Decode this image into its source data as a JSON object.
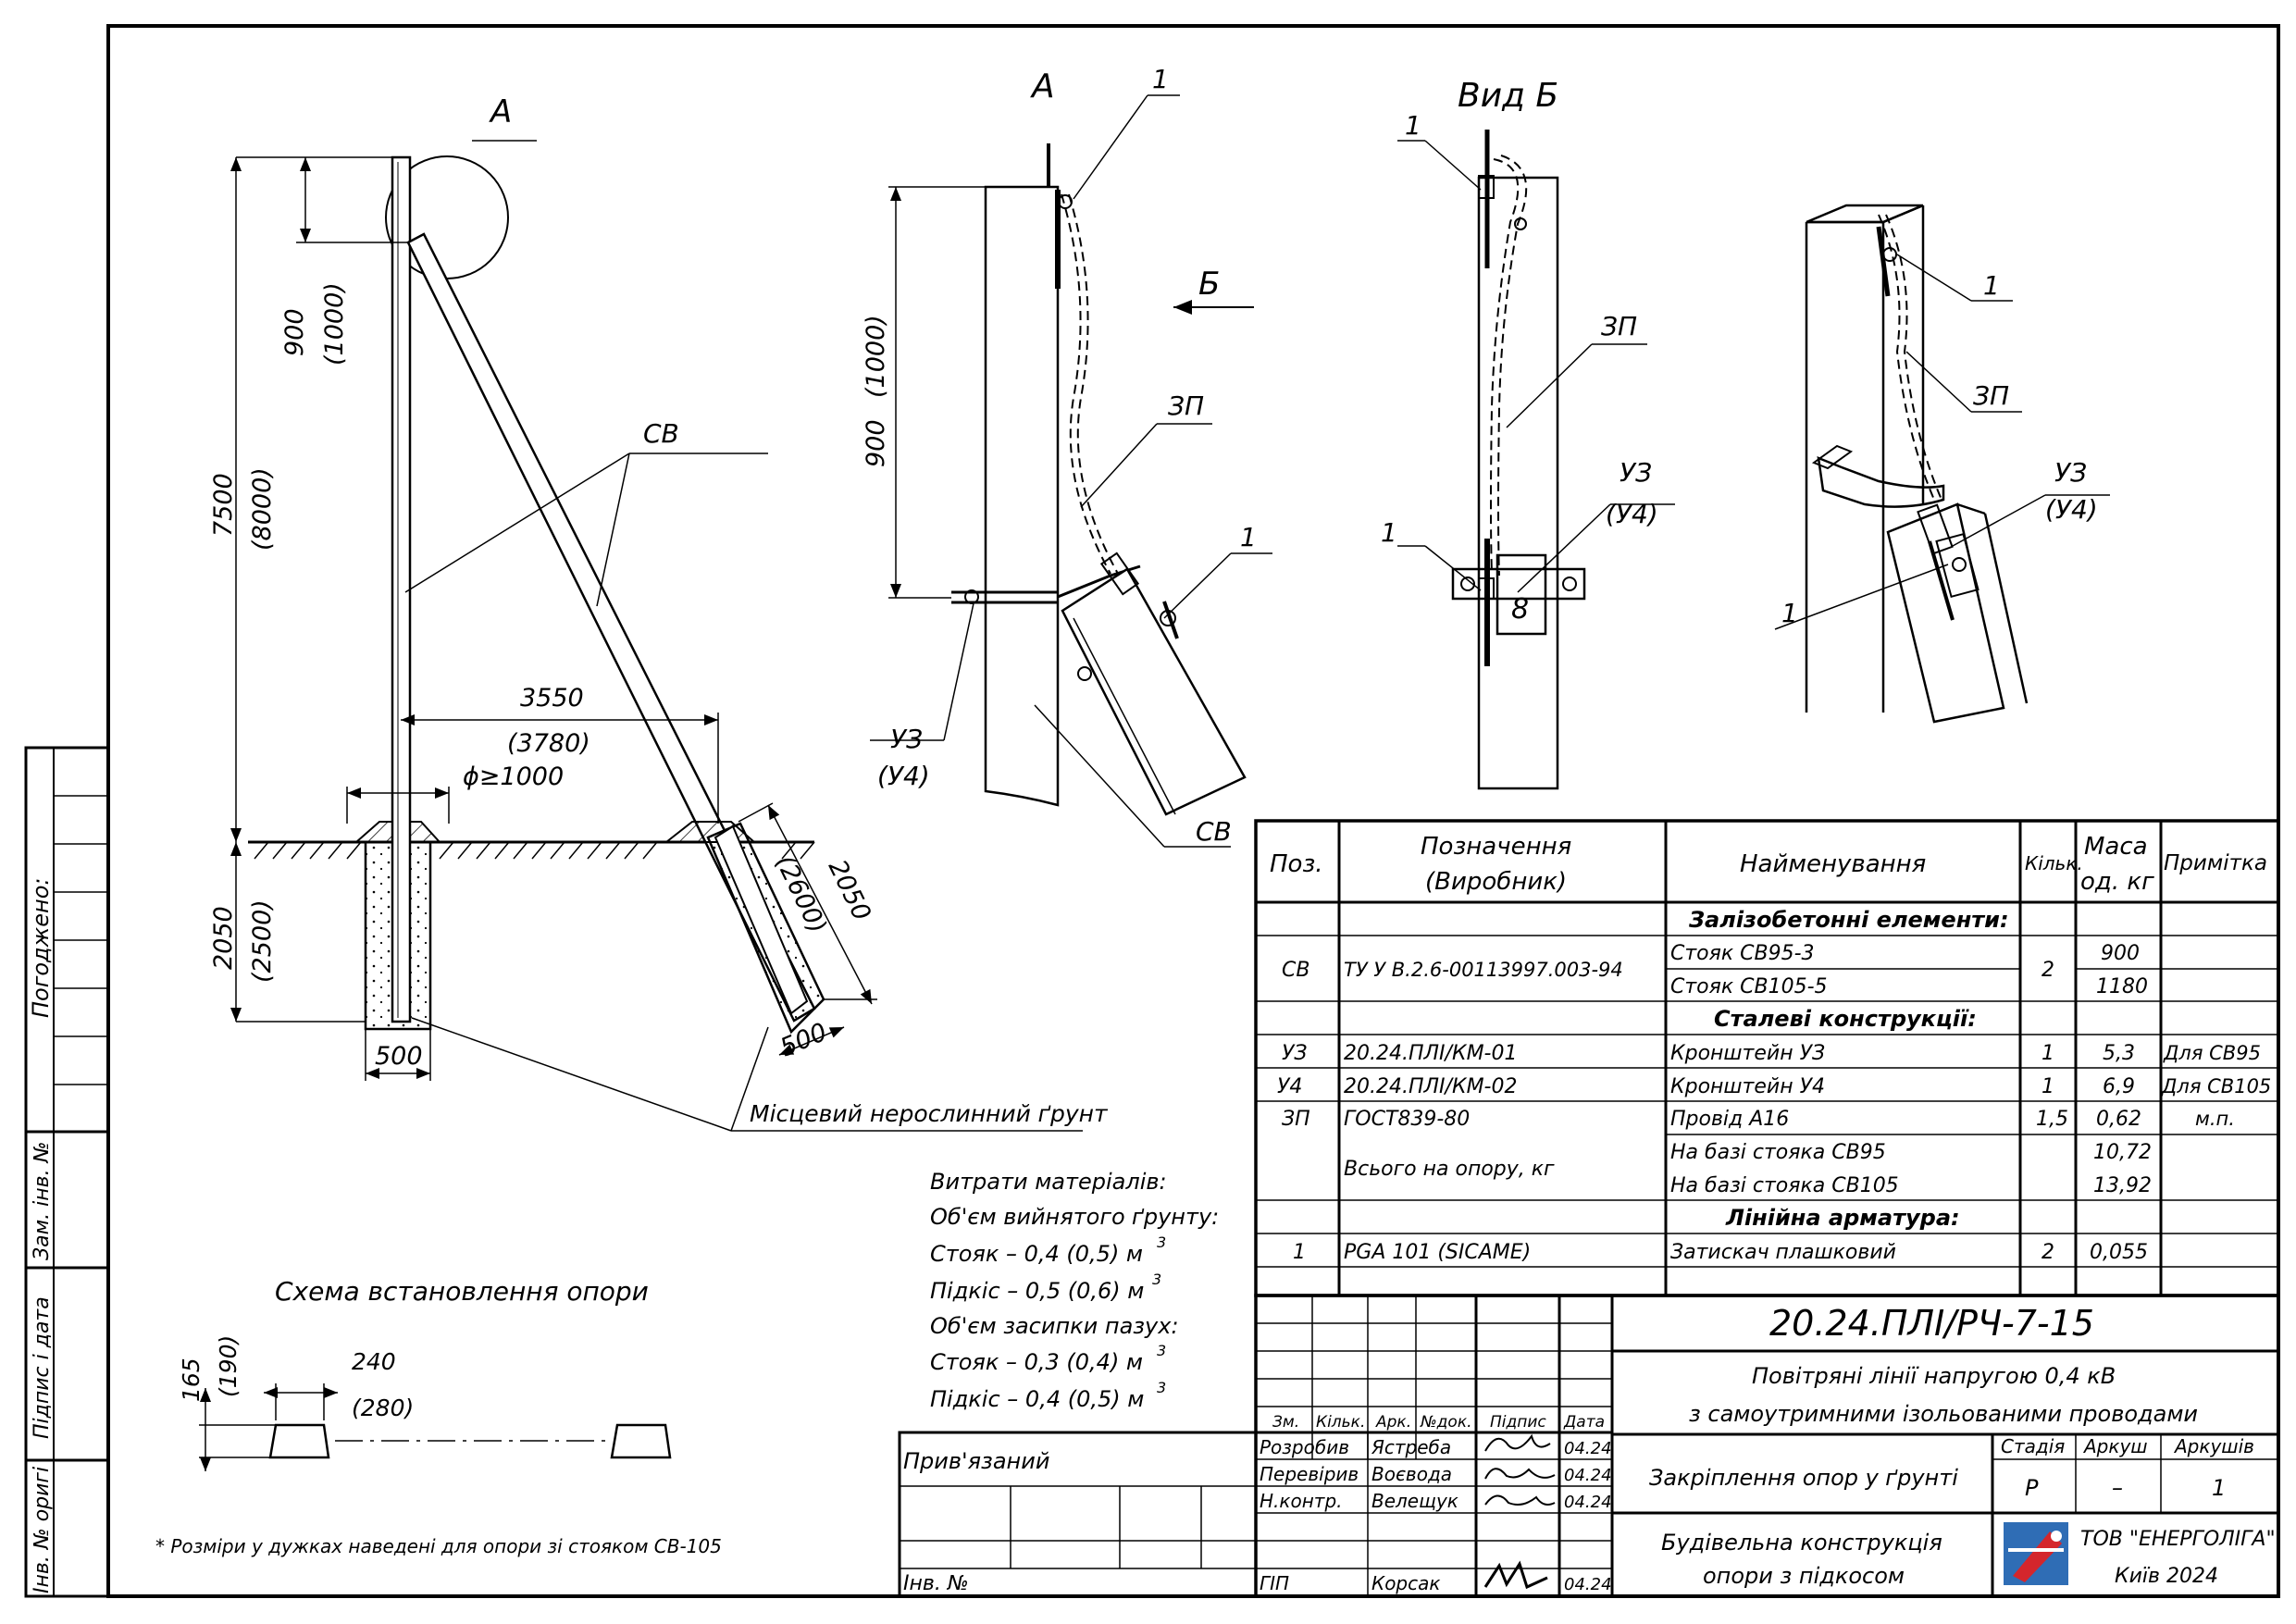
{
  "left_strip": {
    "approved": "Погоджено:",
    "replaced_inv": "Зам. інв. №",
    "sign_date": "Підпис і дата",
    "orig_inv": "Інв. № оригі"
  },
  "elevation": {
    "detail_callout": "А",
    "dim_top_base": "900",
    "dim_top_alt": "(1000)",
    "dim_height_base": "7500",
    "dim_height_alt": "(8000)",
    "dim_spacing_base": "3550",
    "dim_spacing_alt": "(3780)",
    "dim_diameter": "ϕ≥1000",
    "dim_depth_base": "2050",
    "dim_depth_alt": "(2500)",
    "dim_strut_depth_base": "2050",
    "dim_strut_depth_alt": "(2600)",
    "dim_width_left": "500",
    "dim_width_right": "500",
    "label_strut": "СВ",
    "soil_note": "Місцевий нерослинний ґрунт"
  },
  "detail_a": {
    "title": "А",
    "pos_1": "1",
    "dim_base": "900",
    "dim_alt": "(1000)",
    "arrow_label": "Б",
    "label_wire": "ЗП",
    "label_bracket_base": "УЗ",
    "label_bracket_alt": "(У4)",
    "label_strut": "СВ"
  },
  "view_b": {
    "title": "Вид Б",
    "pos_1": "1",
    "label_wire": "ЗП",
    "label_bracket_base": "УЗ",
    "label_bracket_alt": "(У4)"
  },
  "iso_view": {
    "pos_1": "1",
    "label_wire": "ЗП",
    "label_bracket_base": "УЗ",
    "label_bracket_alt": "(У4)"
  },
  "scheme": {
    "title": "Схема встановлення опори",
    "dim_h_base": "165",
    "dim_h_alt": "(190)",
    "dim_w_base": "240",
    "dim_w_alt": "(280)"
  },
  "footnote": "* Розміри у дужках наведені для опори зі стояком СВ-105",
  "materials": {
    "title": "Витрати матеріалів:",
    "excavated": "Об'єм вийнятого ґрунту:",
    "exc_post": "Стояк – 0,4 (0,5) м",
    "exc_strut": "Підкіс – 0,5 (0,6) м",
    "backfill": "Об'єм засипки пазух:",
    "bf_post": "Стояк – 0,3 (0,4) м",
    "bf_strut": "Підкіс – 0,4 (0,5) м",
    "cube": "3"
  },
  "spec_table": {
    "headers": {
      "pos": "Поз.",
      "designation_1": "Позначення",
      "designation_2": "(Виробник)",
      "name": "Найменування",
      "qty": "Кільк.",
      "mass_1": "Маса",
      "mass_2": "од. кг",
      "note": "Примітка"
    },
    "section_concrete": "Залізобетонні елементи:",
    "section_steel": "Сталеві конструкції:",
    "section_fittings": "Лінійна арматура:",
    "rows": {
      "sv_pos": "СВ",
      "sv_designation": "ТУ У В.2.6-00113997.003-94",
      "sv_name_1": "Стояк СВ95-3",
      "sv_name_2": "Стояк СВ105-5",
      "sv_qty": "2",
      "sv_mass_1": "900",
      "sv_mass_2": "1180",
      "u3_pos": "УЗ",
      "u3_designation": "20.24.ПЛІ/КМ-01",
      "u3_name": "Кронштейн УЗ",
      "u3_qty": "1",
      "u3_mass": "5,3",
      "u3_note": "Для СВ95",
      "u4_pos": "У4",
      "u4_designation": "20.24.ПЛІ/КМ-02",
      "u4_name": "Кронштейн У4",
      "u4_qty": "1",
      "u4_mass": "6,9",
      "u4_note": "Для СВ105",
      "zp_pos": "ЗП",
      "zp_designation": "ГОСТ839-80",
      "zp_name": "Провід А16",
      "zp_qty": "1,5",
      "zp_mass": "0,62",
      "zp_note": "м.п.",
      "total_label": "Всього на опору, кг",
      "total_name_1": "На базі стояка СВ95",
      "total_mass_1": "10,72",
      "total_name_2": "На базі стояка СВ105",
      "total_mass_2": "13,92",
      "clamp_pos": "1",
      "clamp_designation": "PGA 101 (SICAME)",
      "clamp_name": "Затискач плашковий",
      "clamp_qty": "2",
      "clamp_mass": "0,055"
    }
  },
  "title_block": {
    "code": "20.24.ПЛІ/РЧ-7-15",
    "project_line_1": "Повітряні лінії напругою 0,4 кВ",
    "project_line_2": "з самоутримними ізольованими проводами",
    "sheet_title": "Закріплення опор у ґрунті",
    "drawing_title_1": "Будівельна конструкція",
    "drawing_title_2": "опори з підкосом",
    "col_stage": "Стадія",
    "col_sheet": "Аркуш",
    "col_sheets": "Аркушів",
    "stage": "Р",
    "sheet": "–",
    "sheets": "1",
    "company": "ТОВ \"ЕНЕРГОЛІГА\"",
    "city": "Київ 2024",
    "change_headers": [
      "Зм.",
      "Кільк.",
      "Арк.",
      "№док.",
      "Підпис",
      "Дата"
    ],
    "linked": "Прив'язаний",
    "inv_no": "Інв. №",
    "roles": [
      "Розробив",
      "Перевірив",
      "Н.контр.",
      "ГІП"
    ],
    "names": [
      "Ястреба",
      "Воєвода",
      "Велещук",
      "Корсак"
    ],
    "dates": [
      "04.24",
      "04.24",
      "04.24",
      "04.24"
    ]
  },
  "colors": {
    "ink": "#000000",
    "paper": "#ffffff",
    "logo_blue": "#2f6db5",
    "logo_red": "#d4262c"
  }
}
